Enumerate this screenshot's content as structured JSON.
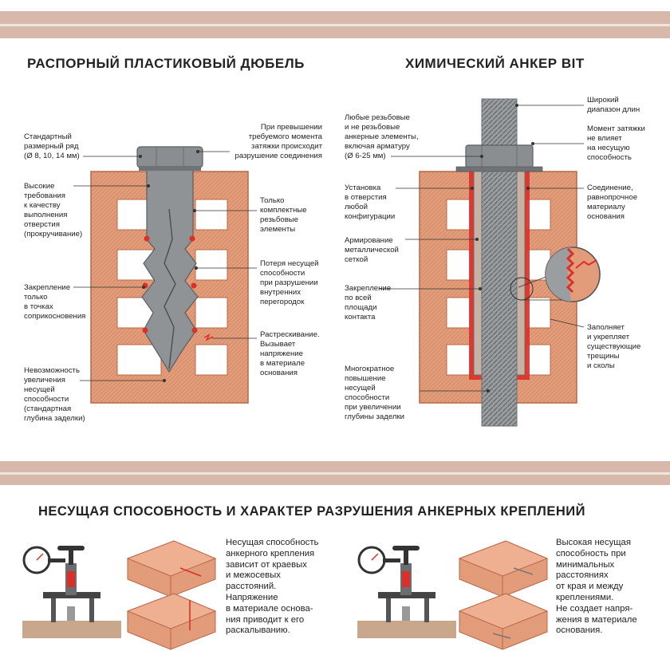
{
  "colors": {
    "brick": "#e39c79",
    "brick_edge": "#b8684a",
    "metal": "#8f9396",
    "accent_red": "#d9302a",
    "band": "#d8b8aa"
  },
  "left_panel": {
    "title": "РАСПОРНЫЙ ПЛАСТИКОВЫЙ ДЮБЕЛЬ",
    "labels": {
      "size_row": "Стандартный\nразмерный ряд\n(Ø 8, 10, 14 мм)",
      "quality": "Высокие\nтребования\nк качеству\nвыполнения\nотверстия\n(прокручивание)",
      "contact": "Закрепление\nтолько\nв точках\nсоприкосновения",
      "no_increase": "Невозможность\nувеличения\nнесущей\nспособности\n(стандартная\nглубина заделки)",
      "overtorque": "При превышении\nтребуемого момента\nзатяжки происходит\nразрушение соединения",
      "complete_only": "Только\nкомплектные\nрезьбовые\nэлементы",
      "loss": "Потеря несущей\nспособности\nпри разрушении\nвнутренних\nперегородок",
      "cracking": "Растрескивание.\nВызывает\nнапряжение\nв материале\nоснования"
    }
  },
  "right_panel": {
    "title": "ХИМИЧЕСКИЙ АНКЕР BIT",
    "labels": {
      "any_thread": "Любые резьбовые\nи не резьбовые\nанкерные элементы,\nвключая арматуру\n(Ø 6-25 мм)",
      "any_hole": "Установка\nв отверстия\nлюбой\nконфигурации",
      "mesh": "Армирование\nметаллической\nсеткой",
      "full_area": "Закрепление\nпо всей\nплощади\nконтакта",
      "multiple": "Многократное\nповышение\nнесущей\nспособности\nпри увеличении\nглубины заделки",
      "wide_range": "Широкий\nдиапазон длин",
      "torque_no_effect": "Момент затяжки\nне влияет\nна несущую\nспособность",
      "equal_strength": "Соединение,\nравнопрочное\nматериалу\nоснования",
      "fills_cracks": "Заполняет\nи укрепляет\nсуществующие\nтрещины\nи сколы"
    }
  },
  "bottom": {
    "title": "НЕСУЩАЯ СПОСОБНОСТЬ И ХАРАКТЕР РАЗРУШЕНИЯ АНКЕРНЫХ КРЕПЛЕНИЙ",
    "left_text": "Несущая способность\nанкерного крепления\nзависит от краевых\nи межосевых\nрасстояний.\nНапряжение\nв материале основа-\nния приводит к его\nраскалыванию.",
    "right_text": "Высокая несущая\nспособность при\nминимальных\nрасстояниях\nот края и между\nкреплениями.\nНе создает напря-\nжения в материале\nоснования."
  }
}
